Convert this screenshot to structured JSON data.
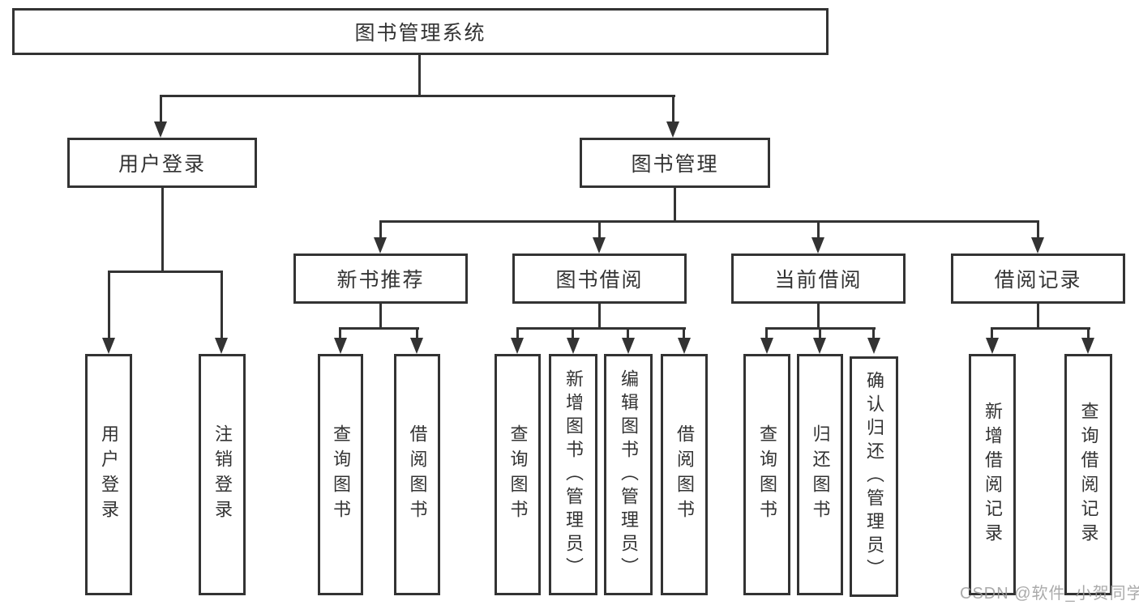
{
  "nodes": {
    "root": {
      "label": "图书管理系统"
    },
    "user_login_branch": {
      "label": "用户登录"
    },
    "book_mgmt_branch": {
      "label": "图书管理"
    },
    "new_book_rec": {
      "label": "新书推荐"
    },
    "book_borrow": {
      "label": "图书借阅"
    },
    "current_borrow": {
      "label": "当前借阅"
    },
    "borrow_records": {
      "label": "借阅记录"
    },
    "leaf_user_login": {
      "label": "用户登录"
    },
    "leaf_logout": {
      "label": "注销登录"
    },
    "leaf_nbr_query": {
      "label": "查询图书"
    },
    "leaf_nbr_borrow": {
      "label": "借阅图书"
    },
    "leaf_bb_query": {
      "label": "查询图书"
    },
    "leaf_bb_add": {
      "label": "新增图书（管理员）"
    },
    "leaf_bb_edit": {
      "label": "编辑图书（管理员）"
    },
    "leaf_bb_borrow": {
      "label": "借阅图书"
    },
    "leaf_cb_query": {
      "label": "查询图书"
    },
    "leaf_cb_return": {
      "label": "归还图书"
    },
    "leaf_cb_confirm": {
      "label": "确认归还（管理员）"
    },
    "leaf_br_add": {
      "label": "新增借阅记录"
    },
    "leaf_br_query": {
      "label": "查询借阅记录"
    }
  },
  "watermark": "CSDN @软件_小贺同学",
  "colors": {
    "line": "#333333",
    "text": "#333333",
    "watermark": "#9b9b9b",
    "background": "#ffffff"
  }
}
